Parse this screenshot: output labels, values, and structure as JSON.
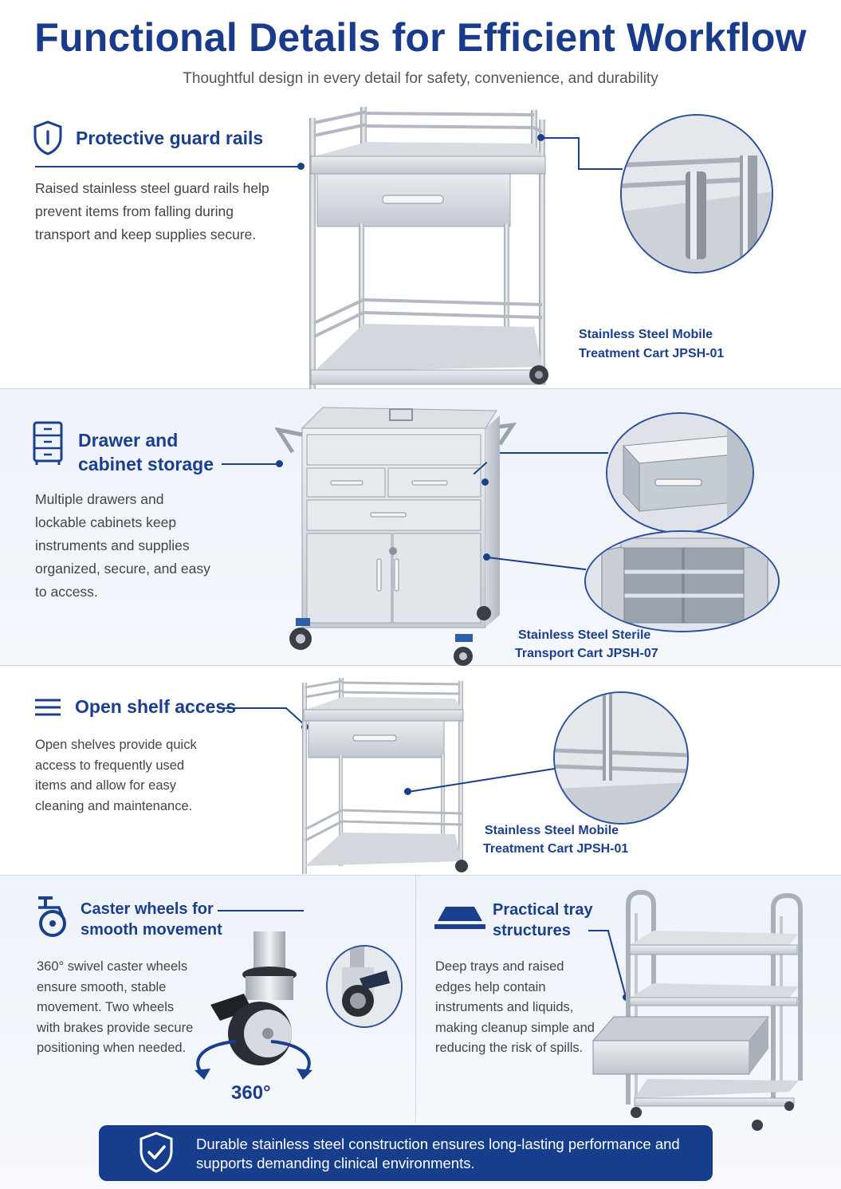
{
  "header": {
    "title": "Functional Details for Efficient Workflow",
    "subtitle": "Thoughtful design in every detail for safety, convenience, and durability"
  },
  "sections": {
    "guard_rails": {
      "title": "Protective guard rails",
      "description": "Raised stainless steel guard rails help prevent items from falling during transport and keep supplies secure.",
      "caption_line1": "Stainless Steel Mobile",
      "caption_line2": "Treatment Cart JPSH-01",
      "icon": "shield-icon"
    },
    "storage": {
      "title_line1": "Drawer and",
      "title_line2": "cabinet storage",
      "description": "Multiple drawers and lockable cabinets keep instruments and supplies organized, secure, and easy to access.",
      "caption_line1": "Stainless Steel Sterile",
      "caption_line2": "Transport Cart JPSH-07",
      "icon": "cabinet-icon"
    },
    "open_shelf": {
      "title": "Open shelf access",
      "description": "Open shelves provide quick access to frequently used items and allow for easy cleaning and maintenance.",
      "caption_line1": "Stainless Steel Mobile",
      "caption_line2": "Treatment Cart JPSH-01",
      "icon": "menu-lines-icon"
    },
    "casters": {
      "title_line1": "Caster wheels for",
      "title_line2": "smooth movement",
      "description": "360° swivel caster wheels ensure smooth, stable movement. Two wheels with brakes provide secure positioning when needed.",
      "rotation_label": "360°",
      "icon": "caster-wheel-icon"
    },
    "tray": {
      "title_line1": "Practical tray",
      "title_line2": "structures",
      "description": "Deep trays and raised edges help contain instruments and liquids, making cleanup simple and reducing the risk of spills.",
      "icon": "tray-icon"
    }
  },
  "banner": {
    "text": "Durable stainless steel construction ensures long-lasting performance and supports demanding clinical environments.",
    "icon": "shield-check-icon"
  },
  "colors": {
    "navy": "#1b3f8f",
    "banner": "#163e8c",
    "band": "#eef3fa",
    "steel": "#c7ccd4"
  }
}
